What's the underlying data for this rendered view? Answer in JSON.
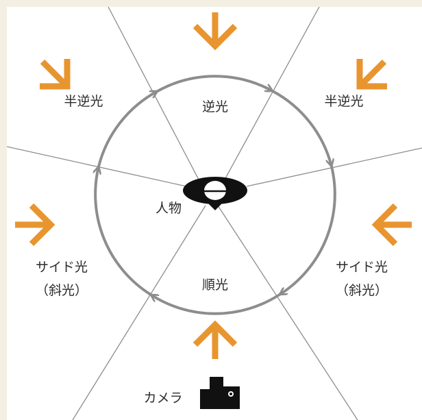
{
  "diagram": {
    "labels": {
      "back_light": "逆光",
      "semi_back_left": "半逆光",
      "semi_back_right": "半逆光",
      "subject": "人物",
      "side_left_line1": "サイド光",
      "side_left_line2": "（斜光）",
      "side_right_line1": "サイド光",
      "side_right_line2": "（斜光）",
      "front_light": "順光",
      "camera": "カメラ"
    },
    "colors": {
      "background": "#f3efe3",
      "panel": "#ffffff",
      "light_arrow": "#e8952f",
      "circle": "#8d8d8d",
      "spoke": "#8c8c8c",
      "subject_icon": "#111111",
      "text": "#2a2a2a"
    },
    "icons": [
      "subject-top-view-icon",
      "camera-icon",
      "light-direction-arrow-icon"
    ]
  }
}
